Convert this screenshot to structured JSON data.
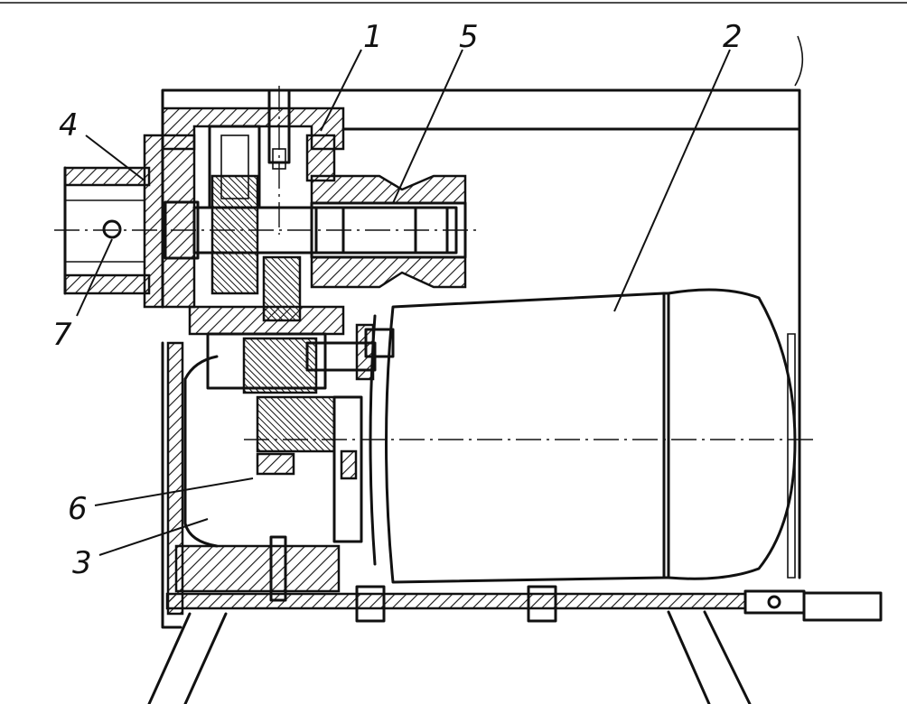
{
  "labels": {
    "p1": "1",
    "p2": "2",
    "p3": "3",
    "p4": "4",
    "p5": "5",
    "p6": "6",
    "p7": "7"
  }
}
